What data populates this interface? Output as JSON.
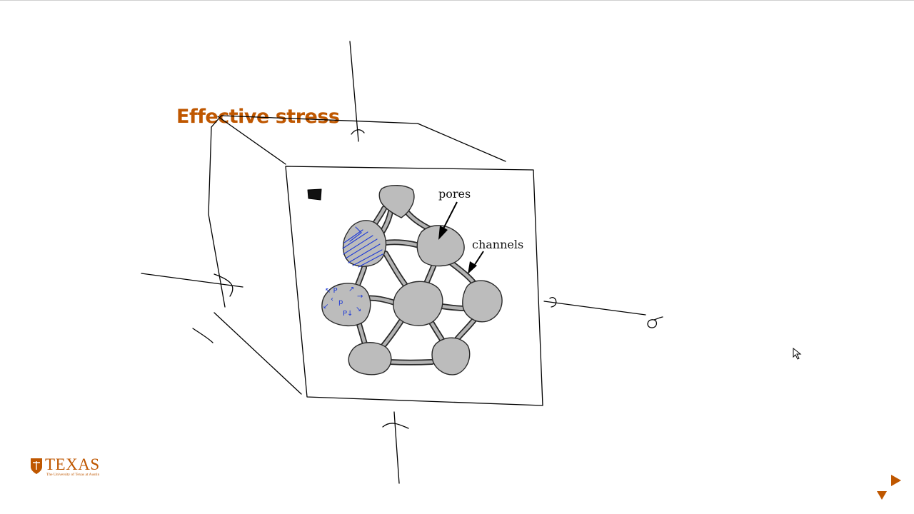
{
  "slide": {
    "title": "Effective stress"
  },
  "figure": {
    "labels": {
      "pores": "pores",
      "channels": "channels"
    },
    "pore_fill": "#bcbcbc",
    "annotation_color": "#1f3bd6",
    "ink_color": "#000000"
  },
  "logo": {
    "wordmark": "TEXAS",
    "tagline": "The University of Texas at Austin",
    "icon": "longhorn-shield-icon",
    "color": "#bf5700"
  },
  "nav": {
    "next_icon": "play-right-icon",
    "down_icon": "triangle-down-icon",
    "color": "#bf5700"
  },
  "accent_color": "#bf5700"
}
